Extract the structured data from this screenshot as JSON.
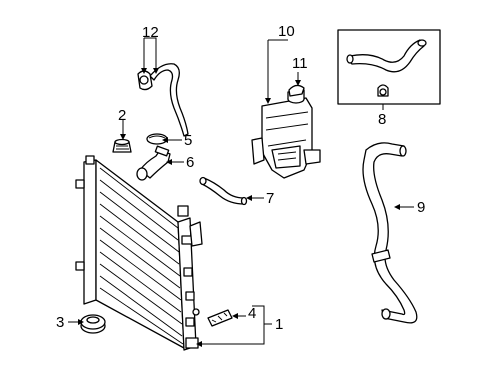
{
  "diagram": {
    "callouts": [
      {
        "id": "c1",
        "label": "1"
      },
      {
        "id": "c2",
        "label": "2"
      },
      {
        "id": "c3",
        "label": "3"
      },
      {
        "id": "c4",
        "label": "4"
      },
      {
        "id": "c5",
        "label": "5"
      },
      {
        "id": "c6",
        "label": "6"
      },
      {
        "id": "c7",
        "label": "7"
      },
      {
        "id": "c8",
        "label": "8"
      },
      {
        "id": "c9",
        "label": "9"
      },
      {
        "id": "c10",
        "label": "10"
      },
      {
        "id": "c11",
        "label": "11"
      },
      {
        "id": "c12",
        "label": "12"
      }
    ]
  },
  "colors": {
    "line": "#000000",
    "background": "#ffffff"
  }
}
